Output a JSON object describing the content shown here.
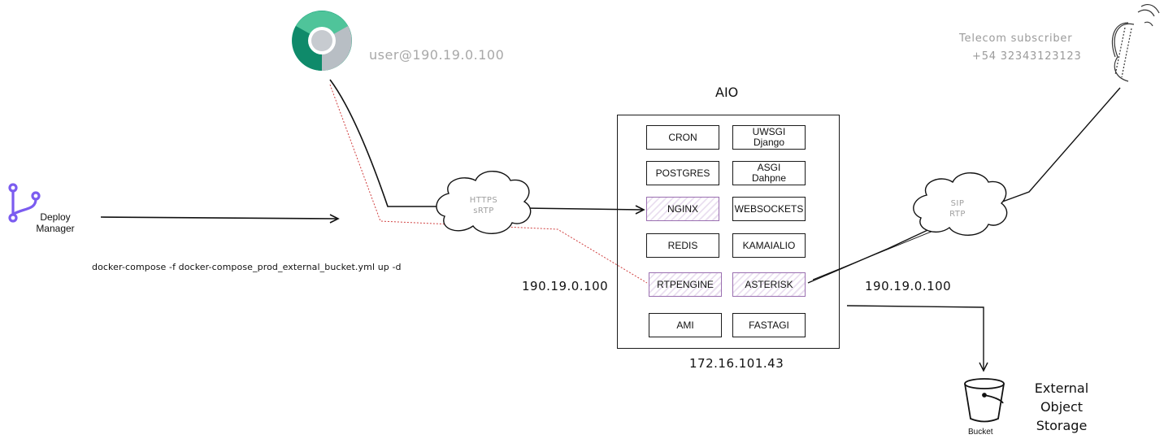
{
  "browser": {
    "icon": "chrome-icon",
    "user": "user@190.19.0.100"
  },
  "subscriber": {
    "icon": "phone-icon",
    "title": "Telecom subscriber",
    "number": "+54 32343123123"
  },
  "deploy": {
    "icon": "git-branch-icon",
    "label": "Deploy\nManager",
    "command": "docker-compose -f docker-compose_prod_external_bucket.yml up -d"
  },
  "aio": {
    "title": "AIO",
    "ip_bottom": "172.16.101.43",
    "ip_left": "190.19.0.100",
    "ip_right": "190.19.0.100"
  },
  "services": [
    {
      "label": "CRON",
      "highlight": false
    },
    {
      "label": "UWSGI\nDjango",
      "highlight": false
    },
    {
      "label": "POSTGRES",
      "highlight": false
    },
    {
      "label": "ASGI\nDahpne",
      "highlight": false
    },
    {
      "label": "NGINX",
      "highlight": true
    },
    {
      "label": "WEBSOCKETS",
      "highlight": false
    },
    {
      "label": "REDIS",
      "highlight": false
    },
    {
      "label": "KAMAIALIO",
      "highlight": false
    },
    {
      "label": "RTPENGINE",
      "highlight": true
    },
    {
      "label": "ASTERISK",
      "highlight": true
    },
    {
      "label": "AMI",
      "highlight": false
    },
    {
      "label": "FASTAGI",
      "highlight": false
    }
  ],
  "clouds": {
    "web": "HTTPS\nsRTP",
    "sip": "SIP\nRTP"
  },
  "storage": {
    "icon": "bucket-icon",
    "bucket_label": "Bucket",
    "title": "External\nObject\nStorage"
  },
  "colors": {
    "highlight_border": "#9a6fb0",
    "media_line": "#d04040",
    "deploy_icon": "#7b5cf0",
    "chrome_green": "#0f8a6a"
  }
}
